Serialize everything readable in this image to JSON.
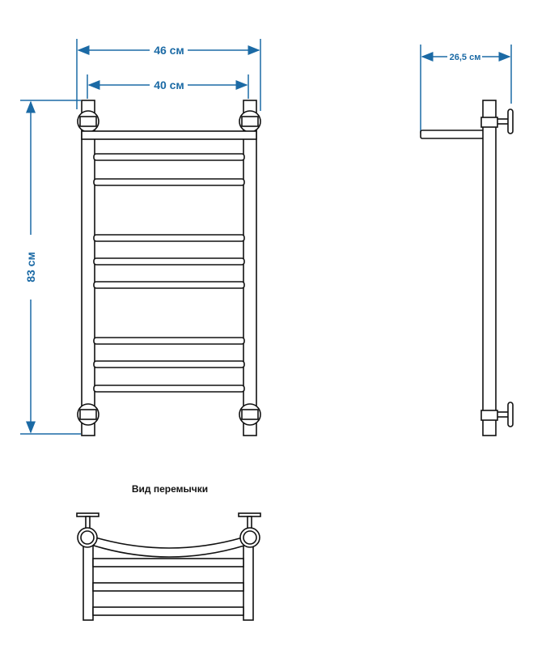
{
  "dimensions": {
    "outer_width": "46 см",
    "inner_width": "40 см",
    "height": "83 см",
    "depth": "26,5 см"
  },
  "bottom_view_title": "Вид перемычки",
  "colors": {
    "dimension": "#1b6aa5",
    "outline": "#111111"
  }
}
